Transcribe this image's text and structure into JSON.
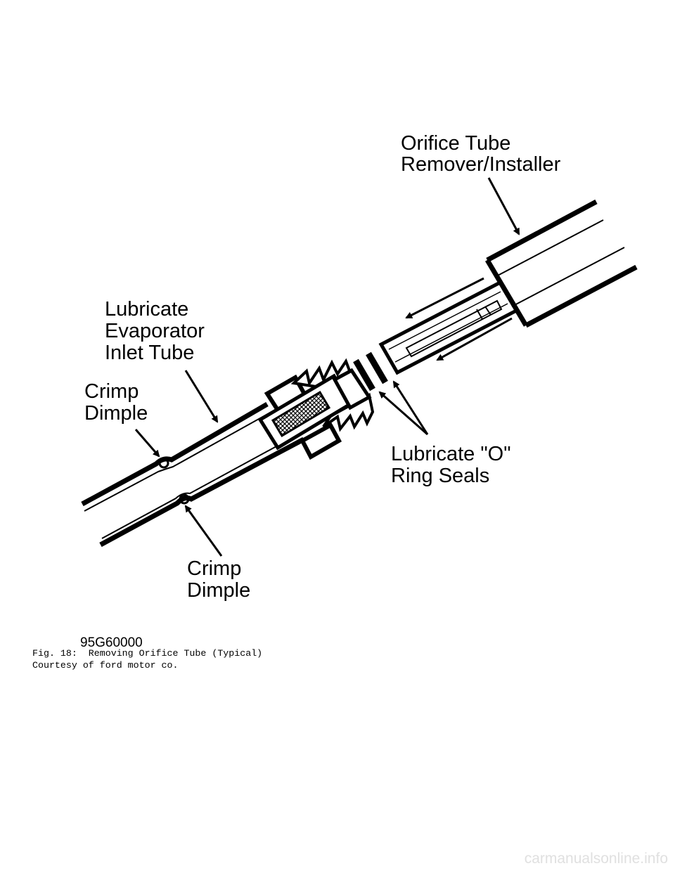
{
  "figure": {
    "labels": {
      "remover_installer": [
        "Orifice Tube",
        "Remover/Installer"
      ],
      "lubricate_inlet": [
        "Lubricate",
        "Evaporator",
        "Inlet Tube"
      ],
      "crimp_dimple_upper": [
        "Crimp",
        "Dimple"
      ],
      "crimp_dimple_lower": [
        "Crimp",
        "Dimple"
      ],
      "lubricate_o_ring": [
        "Lubricate \"O\"",
        "Ring Seals"
      ]
    },
    "code": "95G60000"
  },
  "caption": {
    "line1": "Fig. 18:  Removing Orifice Tube (Typical)",
    "line2": "Courtesy of ford motor co."
  },
  "watermark": "carmanualsonline.info"
}
